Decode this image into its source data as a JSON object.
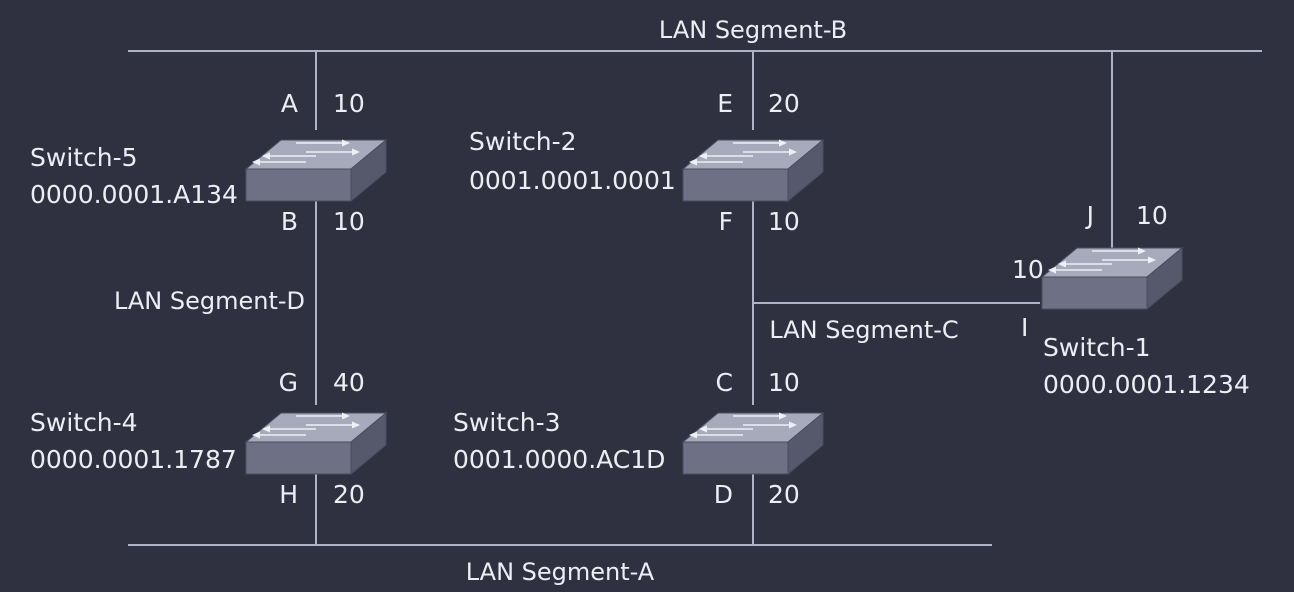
{
  "segments": {
    "a": "LAN Segment-A",
    "b": "LAN Segment-B",
    "c": "LAN Segment-C",
    "d": "LAN Segment-D"
  },
  "switches": [
    {
      "id": "switch5",
      "name": "Switch-5",
      "mac": "0000.0001.A134"
    },
    {
      "id": "switch2",
      "name": "Switch-2",
      "mac": "0001.0001.0001"
    },
    {
      "id": "switch1",
      "name": "Switch-1",
      "mac": "0000.0001.1234"
    },
    {
      "id": "switch4",
      "name": "Switch-4",
      "mac": "0000.0001.1787"
    },
    {
      "id": "switch3",
      "name": "Switch-3",
      "mac": "0001.0000.AC1D"
    }
  ],
  "ports": [
    {
      "letter": "A",
      "cost": "10"
    },
    {
      "letter": "B",
      "cost": "10"
    },
    {
      "letter": "E",
      "cost": "20"
    },
    {
      "letter": "F",
      "cost": "10"
    },
    {
      "letter": "J",
      "cost": "10"
    },
    {
      "letter": "I",
      "cost": "10"
    },
    {
      "letter": "G",
      "cost": "40"
    },
    {
      "letter": "H",
      "cost": "20"
    },
    {
      "letter": "C",
      "cost": "10"
    },
    {
      "letter": "D",
      "cost": "20"
    }
  ],
  "colors": {
    "background": "#2f3140",
    "wire": "#aeb2c6",
    "text": "#eceef4"
  }
}
